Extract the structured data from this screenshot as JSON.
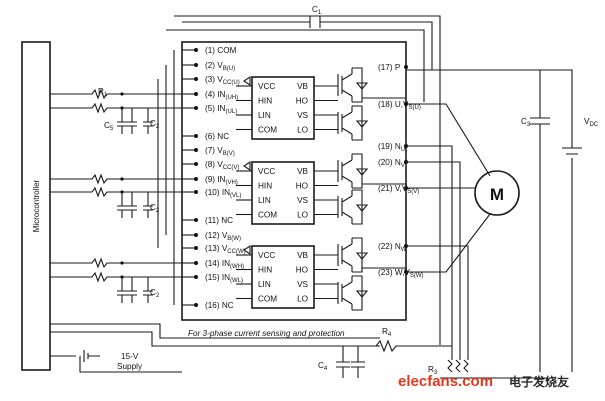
{
  "capacitors": {
    "c1": "C",
    "c1_sub": "1",
    "c2": "C",
    "c2_sub": "2",
    "c3": "C",
    "c3_sub": "3",
    "c4": "C",
    "c4_sub": "4",
    "c5": "C",
    "c5_sub": "5"
  },
  "resistors": {
    "r1": "R",
    "r1_sub": "1",
    "r3": "R",
    "r3_sub": "3",
    "r4": "R",
    "r4_sub": "4"
  },
  "microcontroller": {
    "label": "Microcontroller"
  },
  "supply": {
    "volt": "15-V",
    "label": "Supply"
  },
  "vdc": {
    "label": "V",
    "sub": "DC"
  },
  "motor": {
    "label": "M"
  },
  "sensing": {
    "label": "For 3-phase current sensing and protection"
  },
  "left_pins": [
    {
      "num": "(1)",
      "name": "COM",
      "sub": ""
    },
    {
      "num": "(2)",
      "name": "V",
      "sub": "B(U)"
    },
    {
      "num": "(3)",
      "name": "V",
      "sub": "CC(U)"
    },
    {
      "num": "(4)",
      "name": "IN",
      "sub": "(UH)"
    },
    {
      "num": "(5)",
      "name": "IN",
      "sub": "(UL)"
    },
    {
      "num": "(6)",
      "name": "NC",
      "sub": ""
    },
    {
      "num": "(7)",
      "name": "V",
      "sub": "B(V)"
    },
    {
      "num": "(8)",
      "name": "V",
      "sub": "CC(V)"
    },
    {
      "num": "(9)",
      "name": "IN",
      "sub": "(VH)"
    },
    {
      "num": "(10)",
      "name": "IN",
      "sub": "(VL)"
    },
    {
      "num": "(11)",
      "name": "NC",
      "sub": ""
    },
    {
      "num": "(12)",
      "name": "V",
      "sub": "B(W)"
    },
    {
      "num": "(13)",
      "name": "V",
      "sub": "CC(W)"
    },
    {
      "num": "(14)",
      "name": "IN",
      "sub": "(WH)"
    },
    {
      "num": "(15)",
      "name": "IN",
      "sub": "(WL)"
    },
    {
      "num": "(16)",
      "name": "NC",
      "sub": ""
    }
  ],
  "right_pins": [
    {
      "num": "(17)",
      "name": "P",
      "sub": ""
    },
    {
      "num": "(18)",
      "name": "U,V",
      "sub": "S(U)"
    },
    {
      "num": "(19)",
      "name": "N",
      "sub": "U"
    },
    {
      "num": "(20)",
      "name": "N",
      "sub": "V"
    },
    {
      "num": "(21)",
      "name": "V,V",
      "sub": "S(V)"
    },
    {
      "num": "(22)",
      "name": "N",
      "sub": "W"
    },
    {
      "num": "(23)",
      "name": "W,V",
      "sub": "S(W)"
    }
  ],
  "driver_pins": {
    "vcc": "VCC",
    "hin": "HIN",
    "lin": "LIN",
    "com": "COM",
    "vb": "VB",
    "ho": "HO",
    "vs": "VS",
    "lo": "LO"
  },
  "watermark": {
    "text": "elecfans.com",
    "cn": "电子发烧友"
  }
}
